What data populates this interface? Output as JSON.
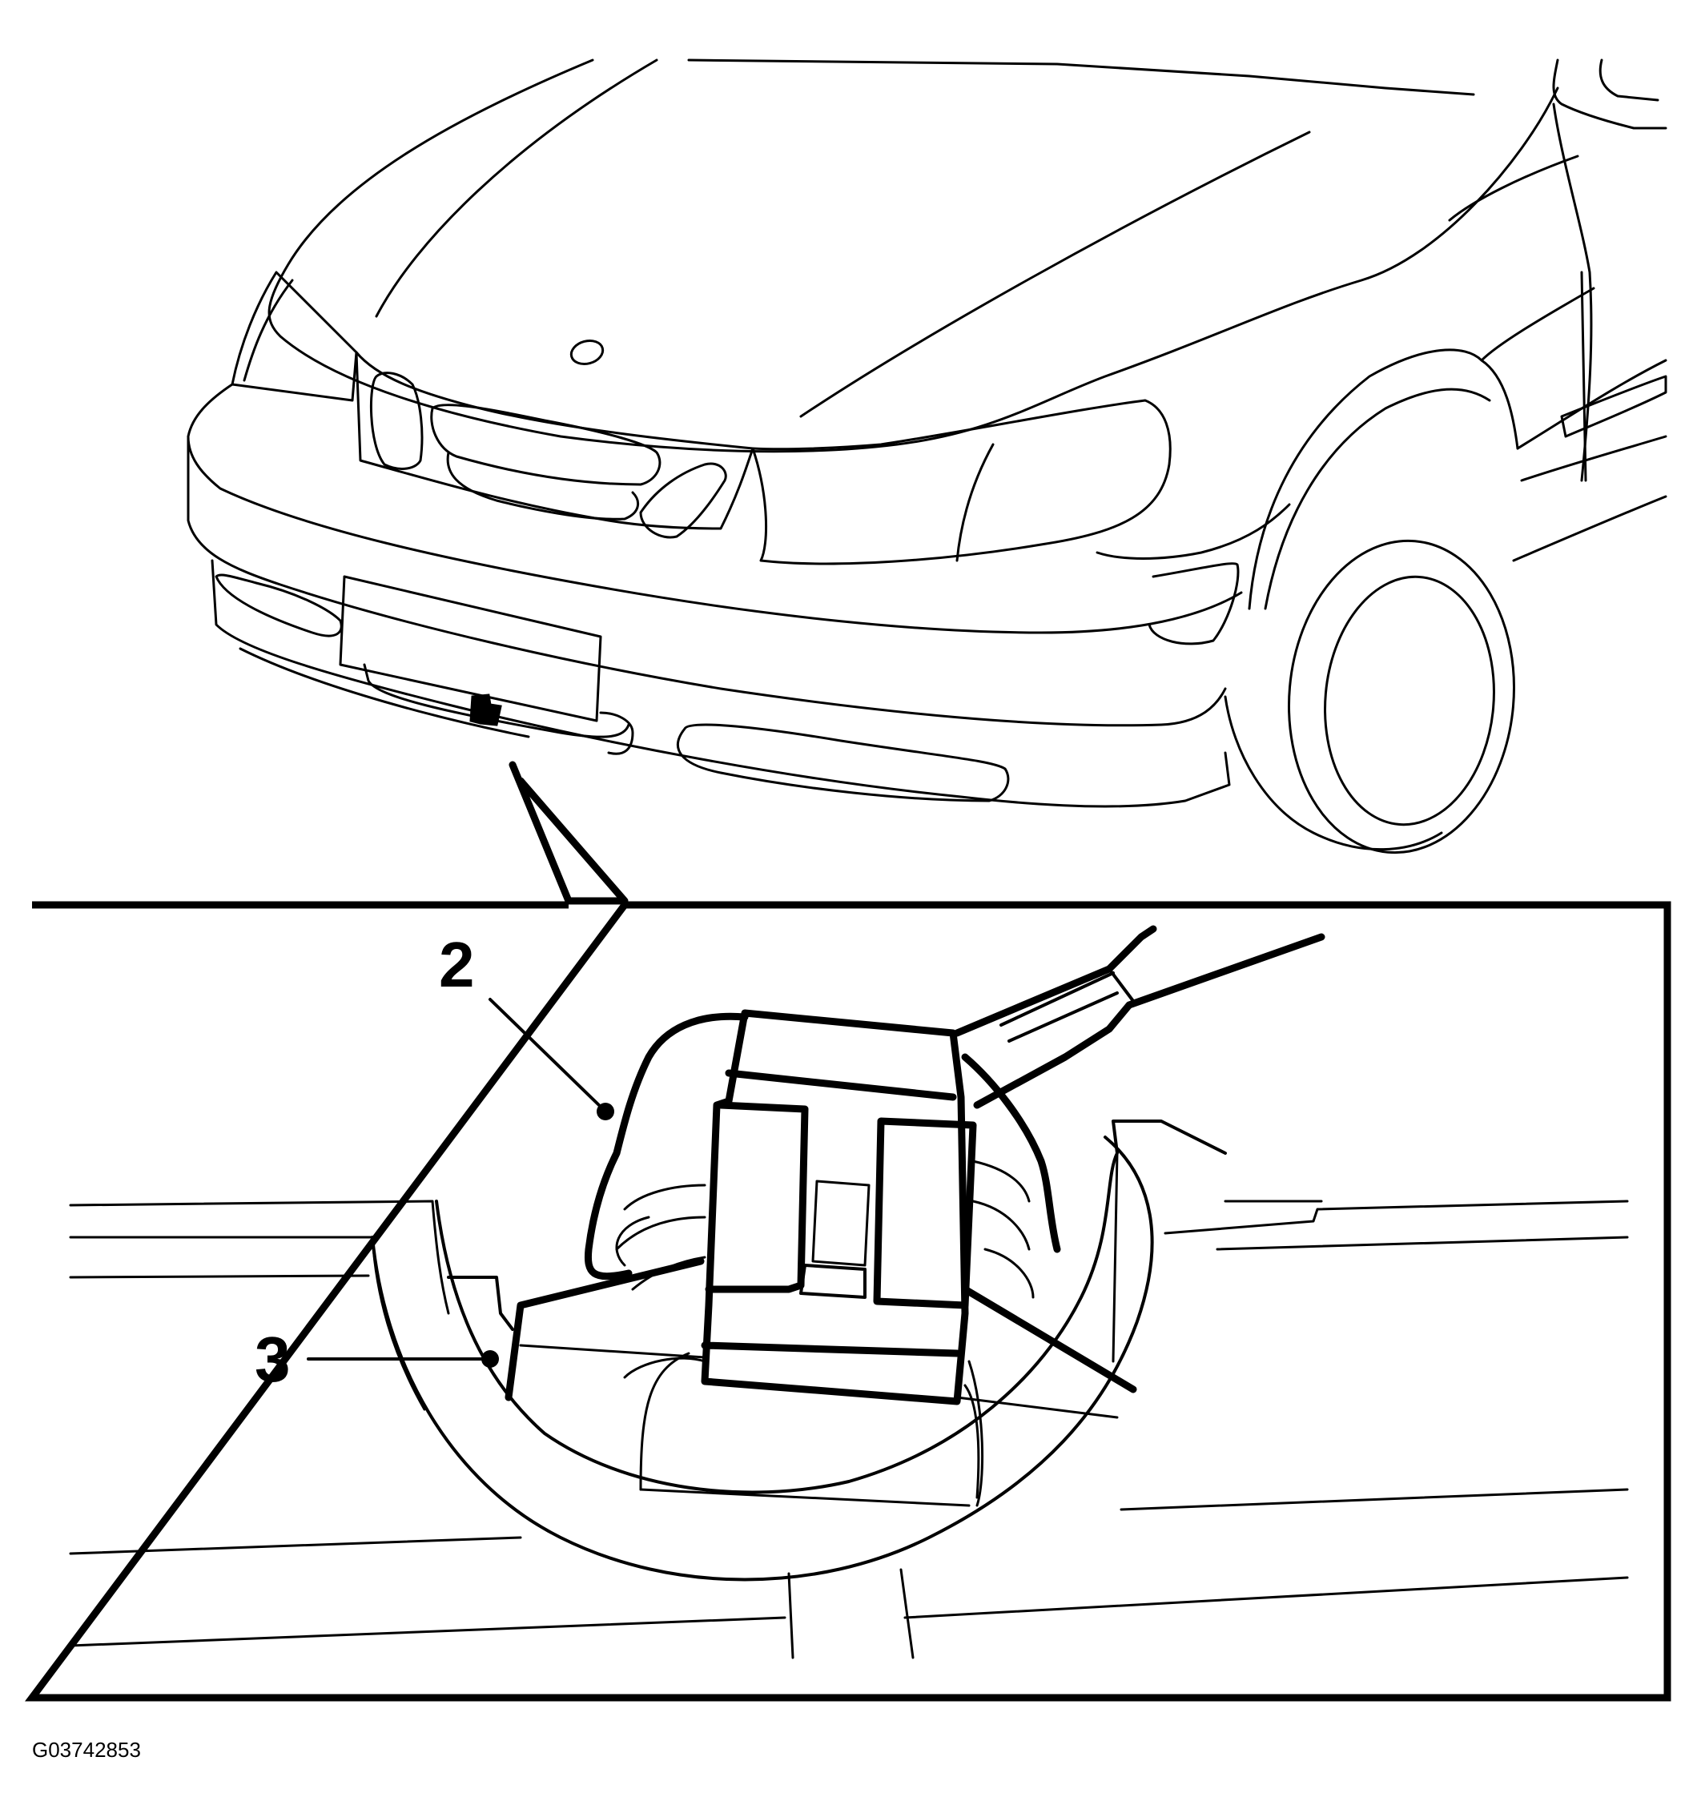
{
  "callouts": [
    {
      "number": "2",
      "target": "connector-housing"
    },
    {
      "number": "3",
      "target": "bumper-bracket"
    }
  ],
  "figure_id": "G03742853"
}
